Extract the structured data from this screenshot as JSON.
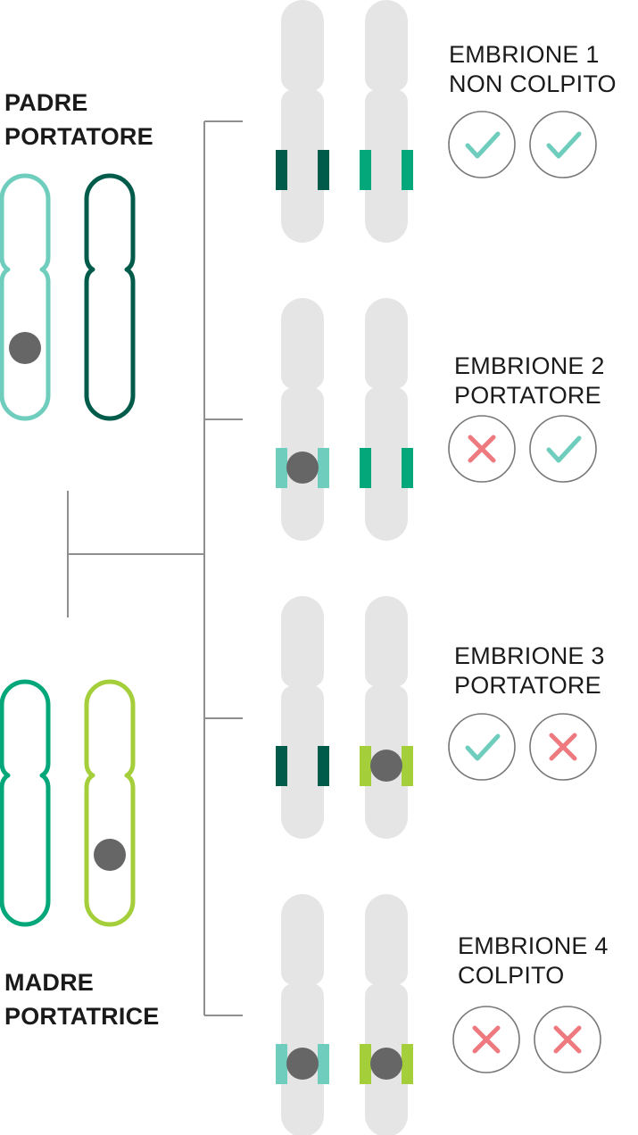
{
  "colors": {
    "father_chrom_a": "#6fcdbd",
    "father_chrom_b": "#005b4b",
    "mother_chrom_a": "#04a77a",
    "mother_chrom_b": "#a4cf3a",
    "mutation_dot": "#666666",
    "embryo_chromosome": "#e5e5e5",
    "tree_line": "#8f8f8f",
    "check": "#6fcdbd",
    "cross": "#ee7a80",
    "circle_border": "#777777"
  },
  "father": {
    "label_line1": "PADRE",
    "label_line2": "PORTATORE"
  },
  "mother": {
    "label_line1": "MADRE",
    "label_line2": "PORTATRICE"
  },
  "embryos": [
    {
      "label_line1": "EMBRIONE 1",
      "label_line2": "NON COLPITO",
      "left_band_color": "father_chrom_b",
      "right_band_color": "mother_chrom_a",
      "left_mutation": false,
      "right_mutation": false,
      "markers": [
        "check",
        "check"
      ]
    },
    {
      "label_line1": "EMBRIONE 2",
      "label_line2": "PORTATORE",
      "left_band_color": "father_chrom_a",
      "right_band_color": "mother_chrom_a",
      "left_mutation": true,
      "right_mutation": false,
      "markers": [
        "cross",
        "check"
      ]
    },
    {
      "label_line1": "EMBRIONE 3",
      "label_line2": "PORTATORE",
      "left_band_color": "father_chrom_b",
      "right_band_color": "mother_chrom_b",
      "left_mutation": false,
      "right_mutation": true,
      "markers": [
        "check",
        "cross"
      ]
    },
    {
      "label_line1": "EMBRIONE 4",
      "label_line2": "COLPITO",
      "left_band_color": "father_chrom_a",
      "right_band_color": "mother_chrom_b",
      "left_mutation": true,
      "right_mutation": true,
      "markers": [
        "cross",
        "cross"
      ]
    }
  ]
}
